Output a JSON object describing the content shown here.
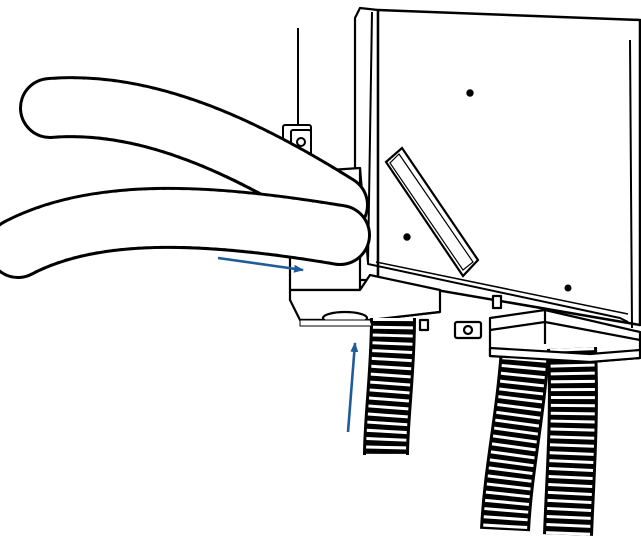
{
  "illustration": {
    "colors": {
      "line": "#000000",
      "fill": "#ffffff",
      "arrow": "#1f5c99"
    },
    "arrows": [
      {
        "name": "side-entry-arrow",
        "direction": "right"
      },
      {
        "name": "bottom-entry-arrow",
        "direction": "up"
      }
    ]
  }
}
